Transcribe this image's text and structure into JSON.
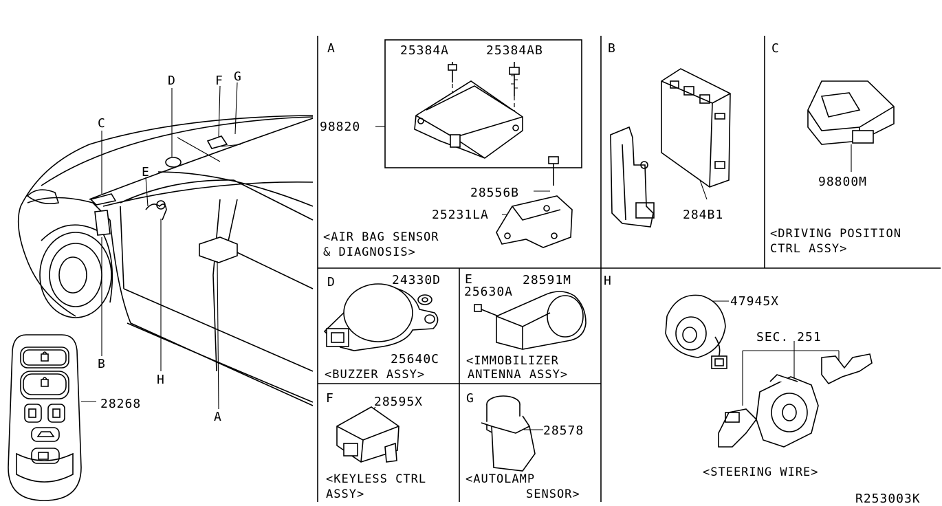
{
  "diagram_id": "R253003K",
  "overview_labels": {
    "A": "A",
    "B": "B",
    "C": "C",
    "D": "D",
    "E": "E",
    "F": "F",
    "G": "G",
    "H": "H",
    "key_fob": "28268"
  },
  "panels": {
    "A": {
      "letter": "A",
      "parts": [
        "25384A",
        "25384AB",
        "98820",
        "28556B",
        "25231LA"
      ],
      "caption_1": "<AIR BAG SENSOR",
      "caption_2": "& DIAGNOSIS>"
    },
    "B": {
      "letter": "B",
      "parts": [
        "284B1"
      ]
    },
    "C": {
      "letter": "C",
      "parts": [
        "98800M"
      ],
      "caption_1": "<DRIVING POSITION",
      "caption_2": "CTRL ASSY>"
    },
    "D": {
      "letter": "D",
      "parts": [
        "24330D",
        "25640C"
      ],
      "caption_1": "<BUZZER ASSY>"
    },
    "E": {
      "letter": "E",
      "parts": [
        "25630A",
        "28591M"
      ],
      "caption_1": "<IMMOBILIZER",
      "caption_2": "ANTENNA ASSY>"
    },
    "F": {
      "letter": "F",
      "parts": [
        "28595X"
      ],
      "caption_1": "<KEYLESS CTRL",
      "caption_2": "ASSY>"
    },
    "G": {
      "letter": "G",
      "parts": [
        "28578"
      ],
      "caption_1": "<AUTOLAMP",
      "caption_2": "SENSOR>"
    },
    "H": {
      "letter": "H",
      "parts": [
        "47945X",
        "SEC. 251"
      ],
      "caption_1": "<STEERING WIRE>"
    }
  }
}
